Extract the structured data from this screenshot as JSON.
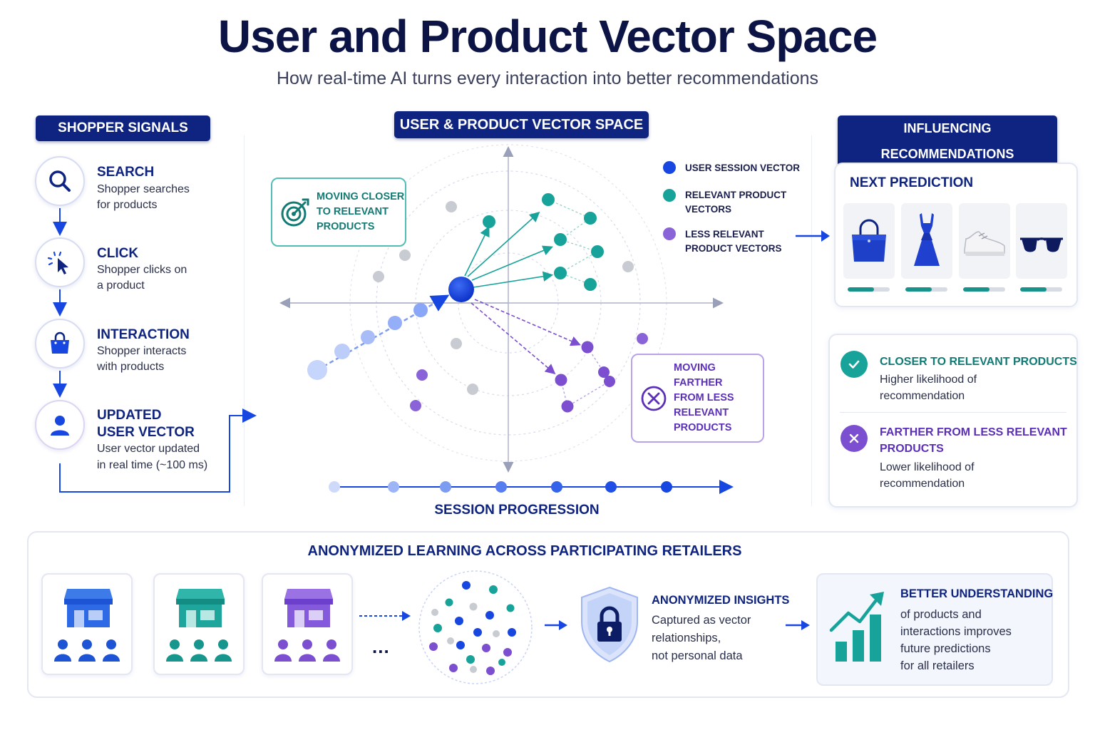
{
  "header": {
    "title": "User and Product Vector Space",
    "subtitle": "How real-time AI turns every interaction into better recommendations"
  },
  "signals": {
    "label": "SHOPPER SIGNALS",
    "items": [
      {
        "title": "SEARCH",
        "desc1": "Shopper searches",
        "desc2": "for products",
        "icon": "search-icon"
      },
      {
        "title": "CLICK",
        "desc1": "Shopper clicks on",
        "desc2": "a product",
        "icon": "cursor-click-icon"
      },
      {
        "title": "INTERACTION",
        "desc1": "Shopper interacts",
        "desc2": "with products",
        "icon": "shopping-bag-icon"
      },
      {
        "title1": "UPDATED",
        "title2": "USER VECTOR",
        "desc1": "User vector updated",
        "desc2": "in real time (~100 ms)",
        "icon": "user-icon"
      }
    ]
  },
  "vector_space": {
    "label": "USER & PRODUCT VECTOR SPACE",
    "callout_closer": [
      "MOVING CLOSER",
      "TO RELEVANT",
      "PRODUCTS"
    ],
    "callout_farther": [
      "MOVING FARTHER",
      "FROM LESS",
      "RELEVANT",
      "PRODUCTS"
    ],
    "legend": {
      "user": "USER SESSION VECTOR",
      "relevant": [
        "RELEVANT PRODUCT",
        "VECTORS"
      ],
      "less_relevant": [
        "LESS RELEVANT",
        "PRODUCT VECTORS"
      ]
    },
    "session_label": "SESSION PROGRESSION",
    "colors": {
      "user": "#1746e0",
      "relevant": "#17a29a",
      "less_relevant": "#7c4fd0",
      "neutral": "#c9cbd2"
    }
  },
  "recommendations": {
    "label": "INFLUENCING RECOMMENDATIONS",
    "next_prediction": "NEXT PREDICTION",
    "products": [
      {
        "icon": "handbag-icon",
        "score": 0.62
      },
      {
        "icon": "dress-icon",
        "score": 0.62
      },
      {
        "icon": "sneaker-icon",
        "score": 0.62
      },
      {
        "icon": "sunglasses-icon",
        "score": 0.62
      }
    ],
    "closer": {
      "title": "CLOSER TO RELEVANT PRODUCTS",
      "desc1": "Higher likelihood of",
      "desc2": "recommendation"
    },
    "farther": {
      "title1": "FARTHER FROM LESS RELEVANT",
      "title2": "PRODUCTS",
      "desc1": "Lower likelihood of",
      "desc2": "recommendation"
    }
  },
  "anonymized": {
    "title": "ANONYMIZED LEARNING ACROSS PARTICIPATING RETAILERS",
    "ellipsis": "...",
    "insights_title": "ANONYMIZED INSIGHTS",
    "insights_lines": [
      "Captured as vector",
      "relationships,",
      "not personal data"
    ],
    "better_title": "BETTER UNDERSTANDING",
    "better_lines": [
      "of products and",
      "interactions improves",
      "future predictions",
      "for all retailers"
    ]
  }
}
